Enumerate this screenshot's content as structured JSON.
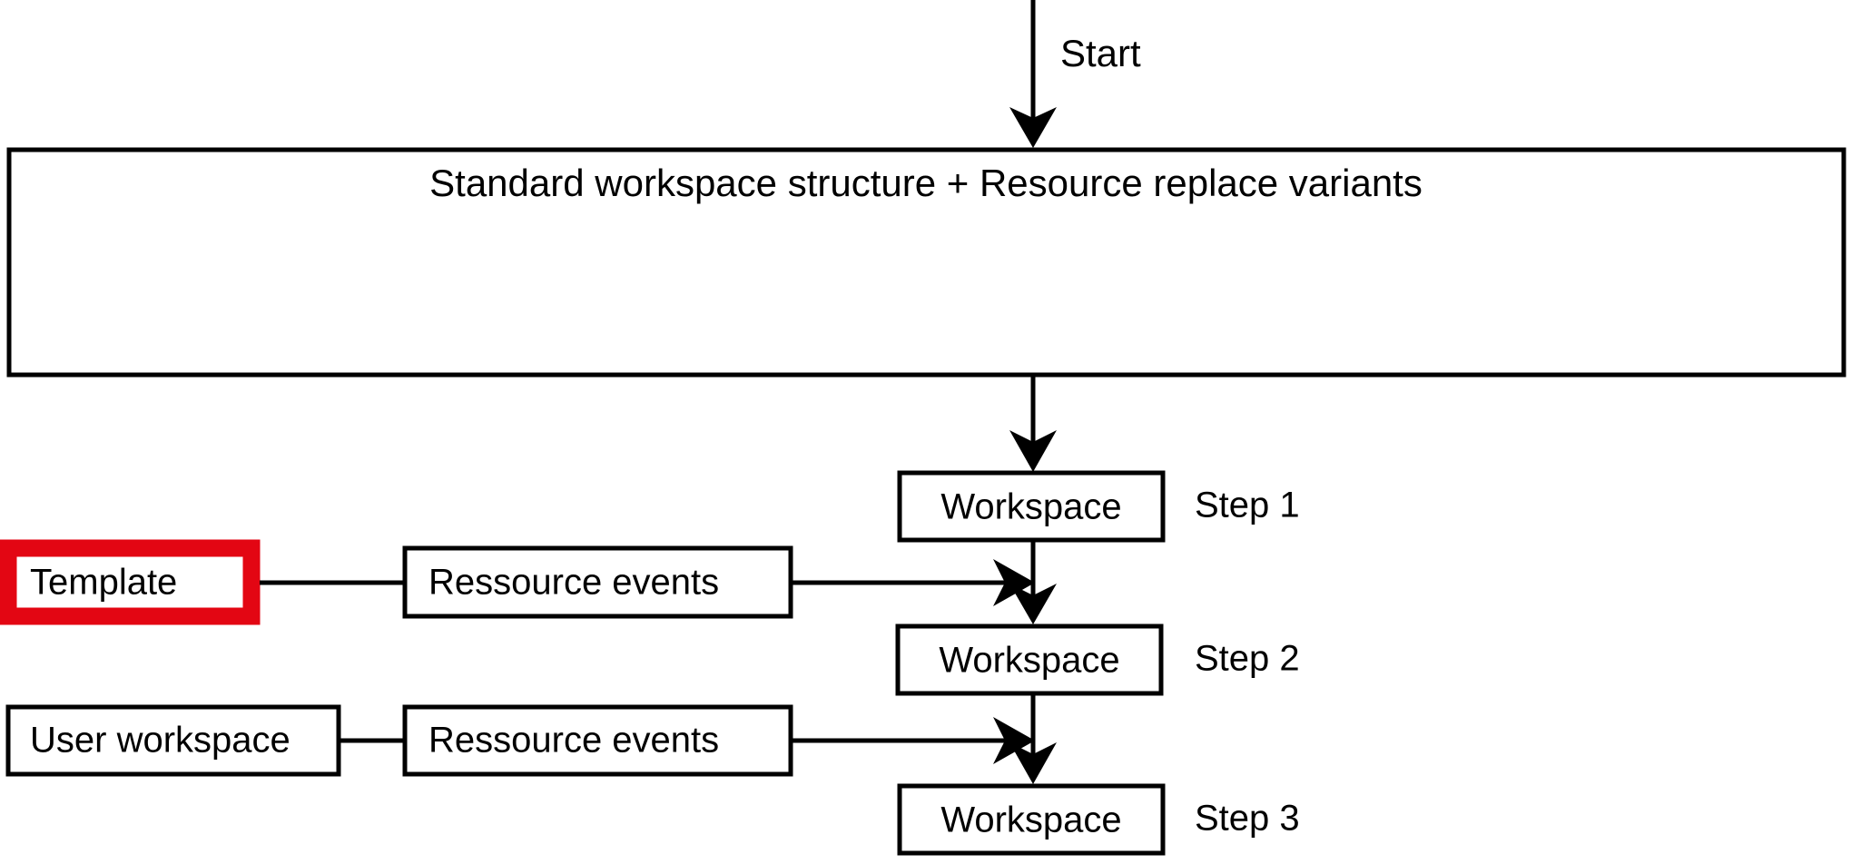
{
  "diagram": {
    "title_box": {
      "label": "Standard workspace structure + Resource replace variants"
    },
    "start_edge": {
      "label": "Start"
    },
    "left_sources": [
      {
        "label": "Template",
        "highlight_color": "#E30613",
        "highlighted": "true"
      },
      {
        "label": "User workspace",
        "highlight_color": "#000000",
        "highlighted": "false"
      }
    ],
    "event_boxes": [
      {
        "label": "Ressource events"
      },
      {
        "label": "Ressource events"
      }
    ],
    "workspace_steps": [
      {
        "box_label": "Workspace",
        "step_label": "Step 1"
      },
      {
        "box_label": "Workspace",
        "step_label": "Step 2"
      },
      {
        "box_label": "Workspace",
        "step_label": "Step 3"
      }
    ],
    "colors": {
      "stroke": "#000000",
      "fill": "#ffffff",
      "highlight": "#E30613"
    }
  }
}
